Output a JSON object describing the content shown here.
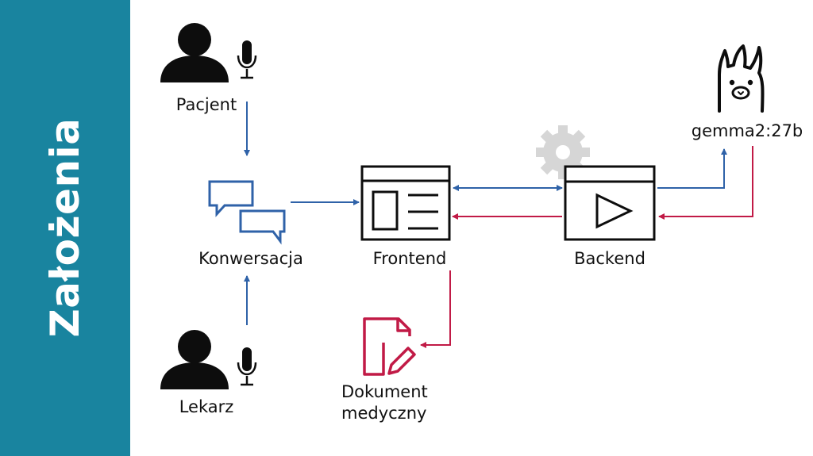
{
  "slide": {
    "title": "Założenia"
  },
  "nodes": {
    "pacjent": "Pacjent",
    "lekarz": "Lekarz",
    "konwersacja": "Konwersacja",
    "frontend": "Frontend",
    "backend": "Backend",
    "model": "gemma2:27b",
    "document_line1": "Dokument",
    "document_line2": "medyczny"
  },
  "colors": {
    "sidebar": "#19849f",
    "request_arrow": "#2f62a8",
    "response_arrow": "#c11a46",
    "icon_black": "#0d0d0d",
    "gear": "#d6d6d6"
  },
  "icons": [
    "person-icon",
    "microphone-icon",
    "chat-bubbles-icon",
    "web-app-window-icon",
    "play-window-icon",
    "gear-icon",
    "llama-icon",
    "document-edit-icon"
  ]
}
